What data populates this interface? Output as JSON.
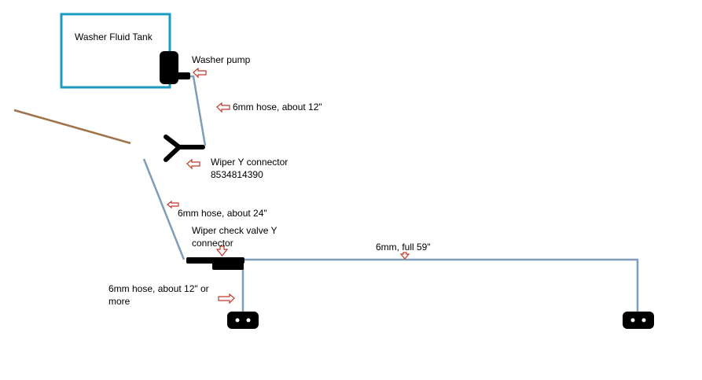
{
  "colors": {
    "tank_border": "#1a9bbf",
    "hose": "#7f9db9",
    "rod": "#a0724a",
    "part": "#000000",
    "arrow": "#c0392b"
  },
  "labels": {
    "tank": "Washer Fluid Tank",
    "pump": "Washer pump",
    "hose_pump_to_y": "6mm hose, about 12\"",
    "y_connector_line1": "Wiper Y connector",
    "y_connector_line2": "8534814390",
    "hose_y_to_valve": "6mm hose, about 24\"",
    "check_valve_line1": "Wiper check valve Y",
    "check_valve_line2": "connector",
    "hose_full": "6mm, full 59\"",
    "hose_valve_to_nozzle_line1": "6mm hose, about 12\" or",
    "hose_valve_to_nozzle_line2": "more"
  },
  "icons": {
    "arrow": "outline-arrow-icon",
    "nozzle": "nozzle-icon",
    "pump": "pump-icon",
    "y_connector": "y-connector-icon",
    "check_valve": "check-valve-icon"
  }
}
